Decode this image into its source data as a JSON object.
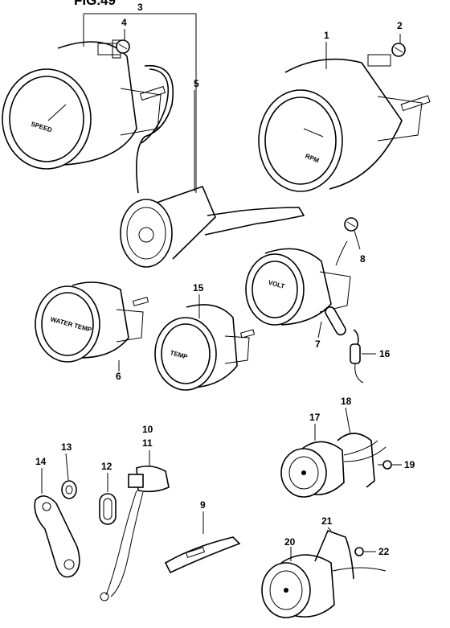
{
  "figure": {
    "title": "FIG.49",
    "parts": [
      {
        "id": "p1",
        "number": "1"
      },
      {
        "id": "p2",
        "number": "2"
      },
      {
        "id": "p3",
        "number": "3"
      },
      {
        "id": "p4",
        "number": "4"
      },
      {
        "id": "p5",
        "number": "5"
      },
      {
        "id": "p6",
        "number": "6"
      },
      {
        "id": "p7",
        "number": "7"
      },
      {
        "id": "p8",
        "number": "8"
      },
      {
        "id": "p9",
        "number": "9"
      },
      {
        "id": "p10",
        "number": "10"
      },
      {
        "id": "p11",
        "number": "11"
      },
      {
        "id": "p12",
        "number": "12"
      },
      {
        "id": "p13",
        "number": "13"
      },
      {
        "id": "p14",
        "number": "14"
      },
      {
        "id": "p15",
        "number": "15"
      },
      {
        "id": "p16",
        "number": "16"
      },
      {
        "id": "p17",
        "number": "17"
      },
      {
        "id": "p18",
        "number": "18"
      },
      {
        "id": "p19",
        "number": "19"
      },
      {
        "id": "p20",
        "number": "20"
      },
      {
        "id": "p21",
        "number": "21"
      },
      {
        "id": "p22",
        "number": "22"
      }
    ],
    "dial_text": {
      "speedometer": "SPEED",
      "tachometer": "RPM",
      "water_temp": "WATER TEMP",
      "temp": "TEMP",
      "volt": "VOLT"
    }
  }
}
